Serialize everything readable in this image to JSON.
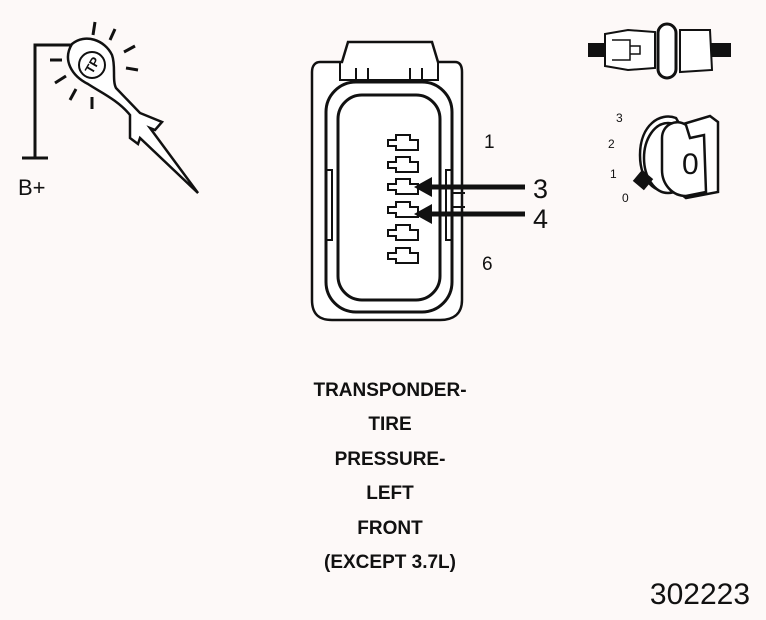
{
  "tester": {
    "badge": "TP",
    "supply_label": "B+"
  },
  "connector": {
    "pin_first": "1",
    "pin_last": "6",
    "probe_a": "3",
    "probe_b": "4"
  },
  "ignition": {
    "positions": [
      "3",
      "2",
      "1",
      "0"
    ],
    "key_mark": "0"
  },
  "caption_lines": [
    "TRANSPONDER-",
    "TIRE",
    "PRESSURE-",
    "LEFT",
    "FRONT",
    "(EXCEPT 3.7L)"
  ],
  "figure_id": "302223",
  "colors": {
    "ink": "#111111",
    "paper": "#fdf9f8",
    "fill": "#ffffff"
  }
}
